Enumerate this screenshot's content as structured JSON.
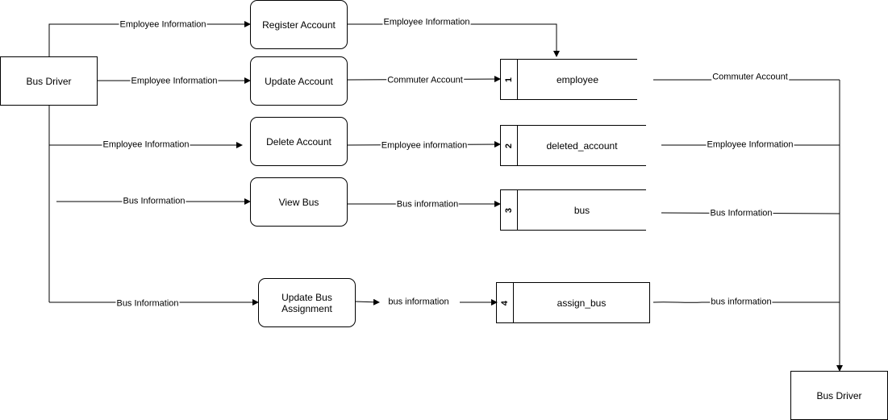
{
  "entities": {
    "source": "Bus Driver",
    "sink": "Bus Driver"
  },
  "processes": {
    "register": "Register Account",
    "update": "Update Account",
    "delete": "Delete Account",
    "view_bus": "View Bus",
    "update_assignment": "Update Bus Assignment"
  },
  "stores": [
    {
      "number": "1",
      "name": "employee"
    },
    {
      "number": "2",
      "name": "deleted_account"
    },
    {
      "number": "3",
      "name": "bus"
    },
    {
      "number": "4",
      "name": "assign_bus"
    }
  ],
  "flows": {
    "to_register": "Employee Information",
    "register_to_employee": "Employee Information",
    "to_update": "Employee Information",
    "update_to_employee": "Commuter Account",
    "to_delete": "Employee Information",
    "delete_to_deleted": "Employee information",
    "to_view_bus": "Bus Information",
    "view_to_bus": "Bus information",
    "to_update_assignment": "Bus Information",
    "assignment_to_store": "bus information",
    "employee_out": "Commuter Account",
    "deleted_out": "Employee Information",
    "bus_out": "Bus Information",
    "assign_out": "bus information"
  }
}
